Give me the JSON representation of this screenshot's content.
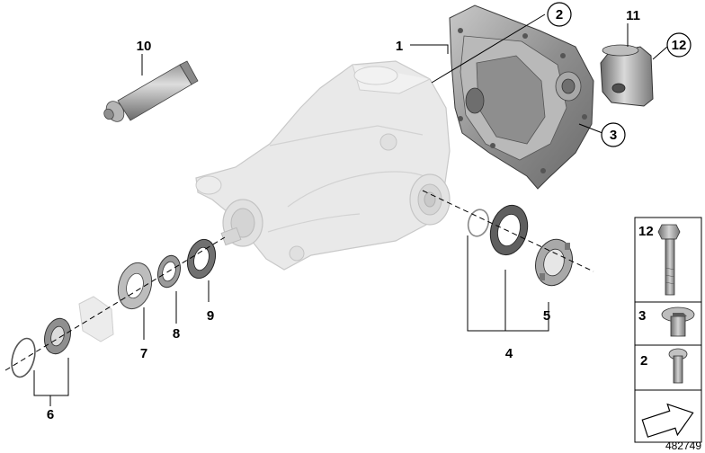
{
  "callouts": {
    "c1": "1",
    "c2": "2",
    "c3": "3",
    "c4": "4",
    "c5": "5",
    "c6": "6",
    "c7": "7",
    "c8": "8",
    "c9": "9",
    "c10": "10",
    "c11": "11",
    "c12": "12"
  },
  "fastener_panel": {
    "row1_label": "12",
    "row2_label": "3",
    "row3_label": "2",
    "arrow_icon": "direction-arrow-icon"
  },
  "reference_number": "482749",
  "colors": {
    "housing": "#e9e9e9",
    "cover": "#9a9a9a",
    "parts": "#7f7f7f",
    "outline": "#000000"
  }
}
